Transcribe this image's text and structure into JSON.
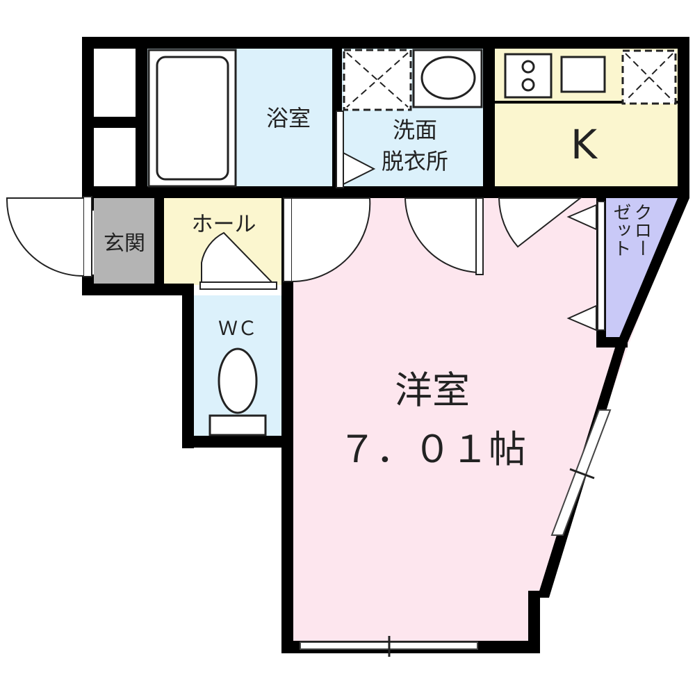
{
  "floor_plan": {
    "rooms": {
      "bath": {
        "label": "浴室",
        "color": "#dcf1fb"
      },
      "washroom": {
        "label_line1": "洗面",
        "label_line2": "脱衣所",
        "color": "#dcf1fb"
      },
      "kitchen": {
        "label": "K",
        "color": "#fbf6cf"
      },
      "entrance": {
        "label": "玄関",
        "color": "#b4b4b4"
      },
      "hall": {
        "label": "ホール",
        "color": "#fbf6cf"
      },
      "closet": {
        "label_line1": "クロー",
        "label_line2": "ゼット",
        "color": "#c9c9f7"
      },
      "wc": {
        "label": "ＷＣ",
        "color": "#dcf1fb"
      },
      "western": {
        "label": "洋室",
        "size": "７．０１帖",
        "color": "#fde6ee"
      }
    },
    "colors": {
      "wall": "#000000",
      "fixture_fill": "#ffffff",
      "line": "#555555"
    }
  }
}
